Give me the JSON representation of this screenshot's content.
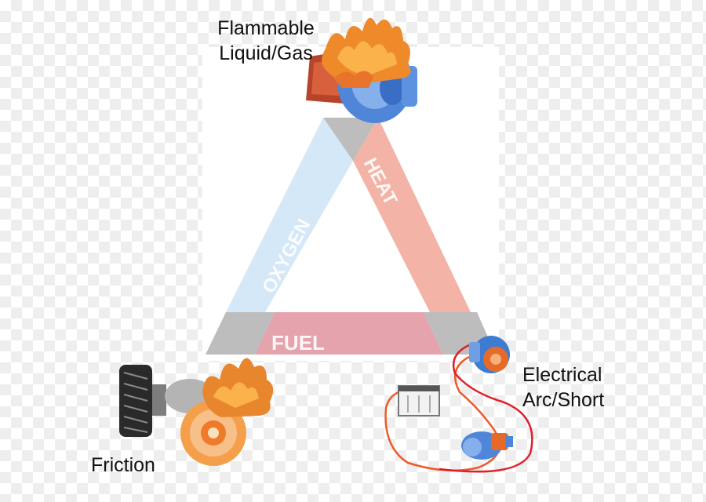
{
  "triangle": {
    "side_oxygen": "OXYGEN",
    "side_heat": "HEAT",
    "side_fuel": "FUEL",
    "colors": {
      "oxygen": "#d5e8f7",
      "heat": "#f3b3a6",
      "fuel": "#e4a3ad",
      "corner": "#bdbdbd"
    }
  },
  "sources": {
    "flammable": "Flammable\nLiquid/Gas",
    "electrical": "Electrical\nArc/Short",
    "friction": "Friction"
  },
  "icons": [
    "pump-icon",
    "flame-icon",
    "tire-icon",
    "brake-rotor-icon",
    "battery-icon",
    "alternator-icon",
    "starter-motor-icon",
    "wire-icon"
  ]
}
